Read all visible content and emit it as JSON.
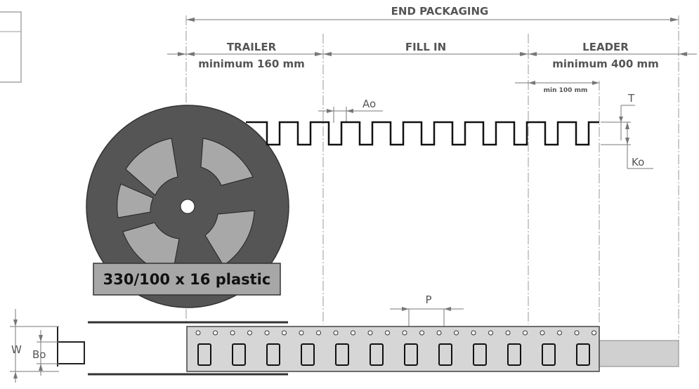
{
  "header": {
    "end_packaging": "END PACKAGING"
  },
  "sections": {
    "trailer": {
      "title": "TRAILER",
      "subtitle": "minimum 160 mm"
    },
    "fill_in": {
      "title": "FILL IN"
    },
    "leader": {
      "title": "LEADER",
      "subtitle": "minimum 400 mm"
    }
  },
  "dimensions": {
    "min_100": "min 100 mm",
    "ao": "Ao",
    "t": "T",
    "ko": "Ko",
    "p": "P",
    "w": "W",
    "bo": "Bo"
  },
  "reel": {
    "label": "330/100 x 16 plastic"
  },
  "colors": {
    "reel_body": "#555555",
    "reel_cutout": "#a8a8a8",
    "label_box": "#a7a7a7",
    "tape_fill": "#d6d6d6",
    "leader_fill": "#d0d0d0"
  }
}
